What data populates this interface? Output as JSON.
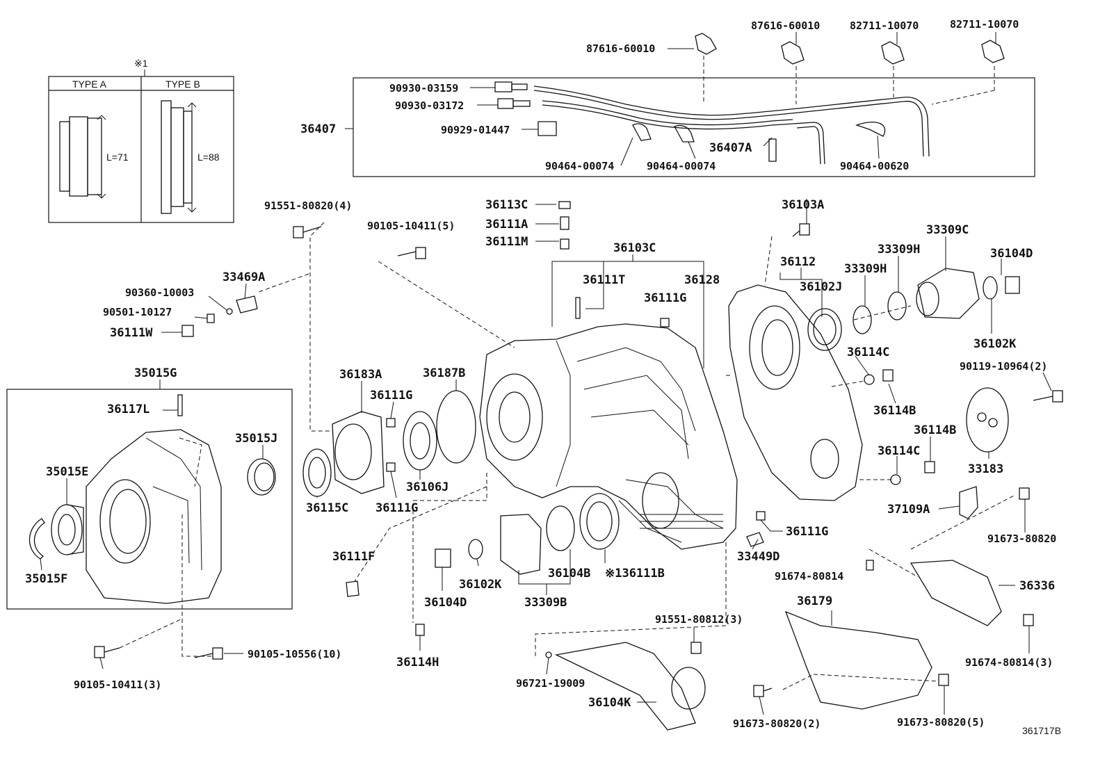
{
  "diagram_id": "361717B",
  "inset_table": {
    "marker": "※1",
    "columns": [
      "TYPE A",
      "TYPE B"
    ],
    "dims": [
      "L=71",
      "L=88"
    ]
  },
  "labels": {
    "p87616_60010_a": "87616-60010",
    "p87616_60010_b": "87616-60010",
    "p82711_10070_a": "82711-10070",
    "p82711_10070_b": "82711-10070",
    "p90930_03159": "90930-03159",
    "p90930_03172": "90930-03172",
    "p90929_01447": "90929-01447",
    "p36407": "36407",
    "p36407A": "36407A",
    "p90464_00074_a": "90464-00074",
    "p90464_00074_b": "90464-00074",
    "p90464_00620": "90464-00620",
    "p91551_80820": "91551-80820(4)",
    "p90105_10411_5": "90105-10411(5)",
    "p36113C": "36113C",
    "p36111A": "36111A",
    "p36111M": "36111M",
    "p36103C": "36103C",
    "p36103A": "36103A",
    "p36112": "36112",
    "p33309C": "33309C",
    "p33309H_a": "33309H",
    "p33309H_b": "33309H",
    "p36104D_a": "36104D",
    "p36102J": "36102J",
    "p36102K_a": "36102K",
    "p36111T": "36111T",
    "p36128": "36128",
    "p36111G_a": "36111G",
    "p90360_10003": "90360-10003",
    "p33469A": "33469A",
    "p90501_10127": "90501-10127",
    "p36111W": "36111W",
    "p36183A": "36183A",
    "p36187B": "36187B",
    "p36111G_b": "36111G",
    "p36114C_a": "36114C",
    "p90119_10964": "90119-10964(2)",
    "p35015G": "35015G",
    "p36117L": "36117L",
    "p35015J": "35015J",
    "p36114B_a": "36114B",
    "p36114B_b": "36114B",
    "p33183": "33183",
    "p36114C_b": "36114C",
    "p35015E": "35015E",
    "p36115C": "36115C",
    "p36106J": "36106J",
    "p36111G_c": "36111G",
    "p37109A": "37109A",
    "p91673_80820_a": "91673-80820",
    "p35015F": "35015F",
    "p36111F": "36111F",
    "p36111G_d": "36111G",
    "p33449D": "33449D",
    "p36102K_b": "36102K",
    "p36104B": "36104B",
    "p36111B": "※136111B",
    "p91674_80814_a": "91674-80814",
    "p36336": "36336",
    "p36104D_b": "36104D",
    "p33309B": "33309B",
    "p36179": "36179",
    "p91551_80812": "91551-80812(3)",
    "p91674_80814_b": "91674-80814(3)",
    "p90105_10556": "90105-10556(10)",
    "p36114H": "36114H",
    "p90105_10411_3": "90105-10411(3)",
    "p96721_19009": "96721-19009",
    "p36104K": "36104K",
    "p91673_80820_b": "91673-80820(2)",
    "p91673_80820_c": "91673-80820(5)"
  }
}
